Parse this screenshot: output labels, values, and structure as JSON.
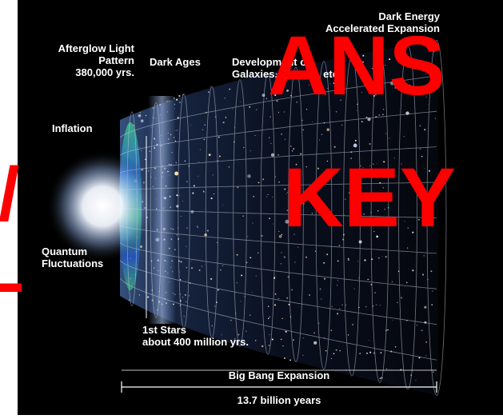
{
  "labels": {
    "afterglow": [
      "Afterglow Light",
      "Pattern",
      "380,000 yrs."
    ],
    "dark_ages": "Dark Ages",
    "development": [
      "Development of",
      "Galaxies, Planets, etc."
    ],
    "dark_energy": [
      "Dark Energy",
      "Accelerated Expansion"
    ],
    "inflation": "Inflation",
    "quantum": [
      "Quantum",
      "Fluctuations"
    ],
    "first_stars": [
      "1st Stars",
      "about 400 million yrs."
    ],
    "big_bang": "Big Bang Expansion",
    "duration": "13.7 billion years"
  },
  "stamp": {
    "line1": "ANS",
    "line2": "KEY",
    "edge_glyph_top": "/",
    "edge_glyph_bottom": "L",
    "color": "#ff0000"
  },
  "colors": {
    "background": "#000000",
    "page": "#ffffff",
    "text": "#ffffff",
    "grid": "#c8d0e0"
  }
}
